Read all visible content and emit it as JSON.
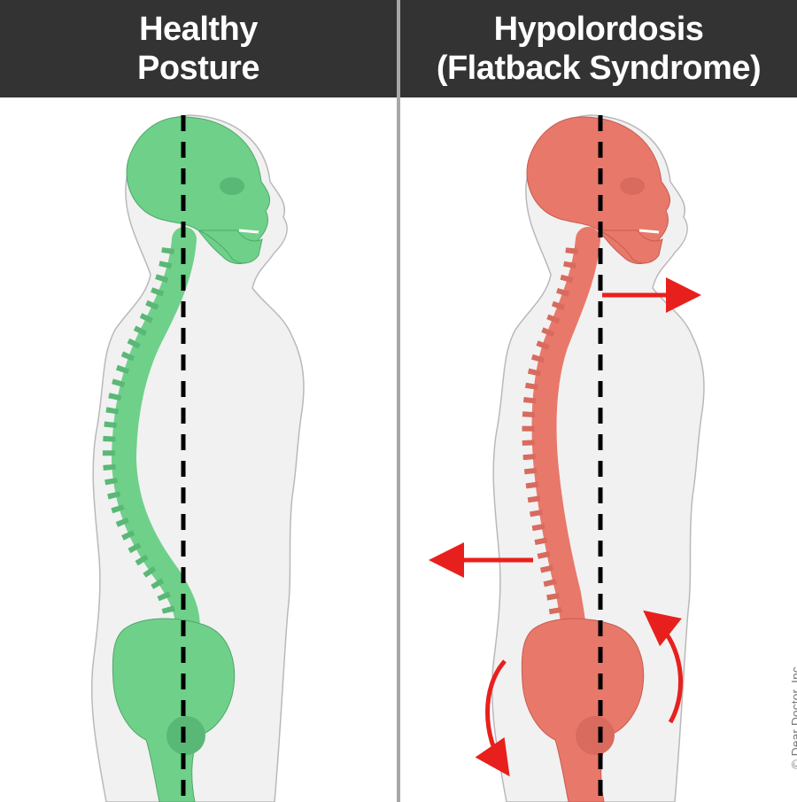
{
  "panels": [
    {
      "title_lines": [
        "Healthy",
        "Posture"
      ],
      "skeleton_color": "#6fd08a"
    },
    {
      "title_lines": [
        "Hypolordosis",
        "(Flatback Syndrome)"
      ],
      "skeleton_color": "#e8786a",
      "arrow_color": "#e8201d"
    }
  ],
  "copyright": "© Dear Doctor, Inc."
}
